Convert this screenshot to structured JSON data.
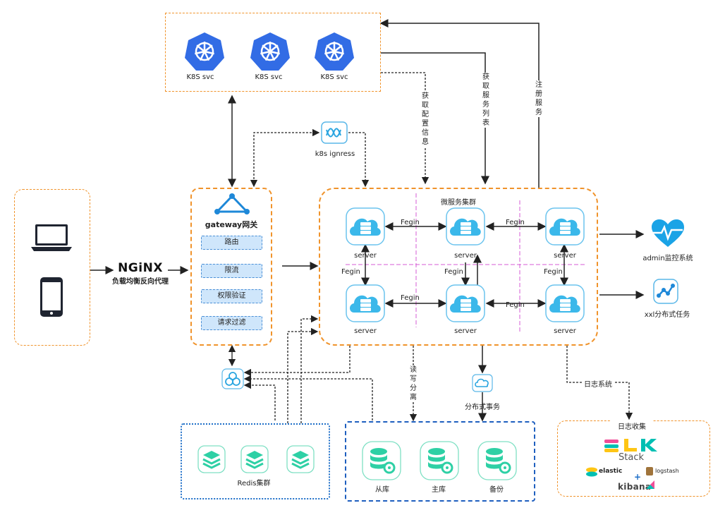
{
  "k8s": {
    "svc_labels": [
      "K8S svc",
      "K8S svc",
      "K8S svc"
    ]
  },
  "ingress": {
    "label": "k8s ignress"
  },
  "nginx": {
    "logo": "NGiNX",
    "caption": "负载均衡反向代理"
  },
  "gateway": {
    "title": "gateway网关",
    "items": [
      "路由",
      "限流",
      "权限验证",
      "请求过滤"
    ]
  },
  "cluster": {
    "title": "微服务集群",
    "servers": [
      "server",
      "server",
      "server",
      "server",
      "server",
      "server"
    ],
    "links": [
      "Fegin",
      "Fegin",
      "Fegin",
      "Fegin",
      "Fegin",
      "Fegin",
      "Fegin"
    ]
  },
  "edges": {
    "config": "获取配置信息",
    "service_list": "获取服务列表",
    "register": "注册服务",
    "rw_split": "读写分离",
    "log_system": "日志系统"
  },
  "right": {
    "admin": "admin监控系统",
    "xxl": "xxl分布式任务"
  },
  "redis": {
    "label": "Redis集群"
  },
  "db": {
    "slave": "从库",
    "master": "主库",
    "backup": "备份"
  },
  "tx": {
    "label": "分布式事务"
  },
  "log": {
    "title": "日志收集",
    "stack": "Stack",
    "elastic": "elastic",
    "logstash": "logstash",
    "kibana": "kibana",
    "plus": "+"
  },
  "colors": {
    "k8s": "#326ce5",
    "cloud": "#3bb8ea",
    "db": "#2ed0a5",
    "accent": "#f0932b"
  }
}
